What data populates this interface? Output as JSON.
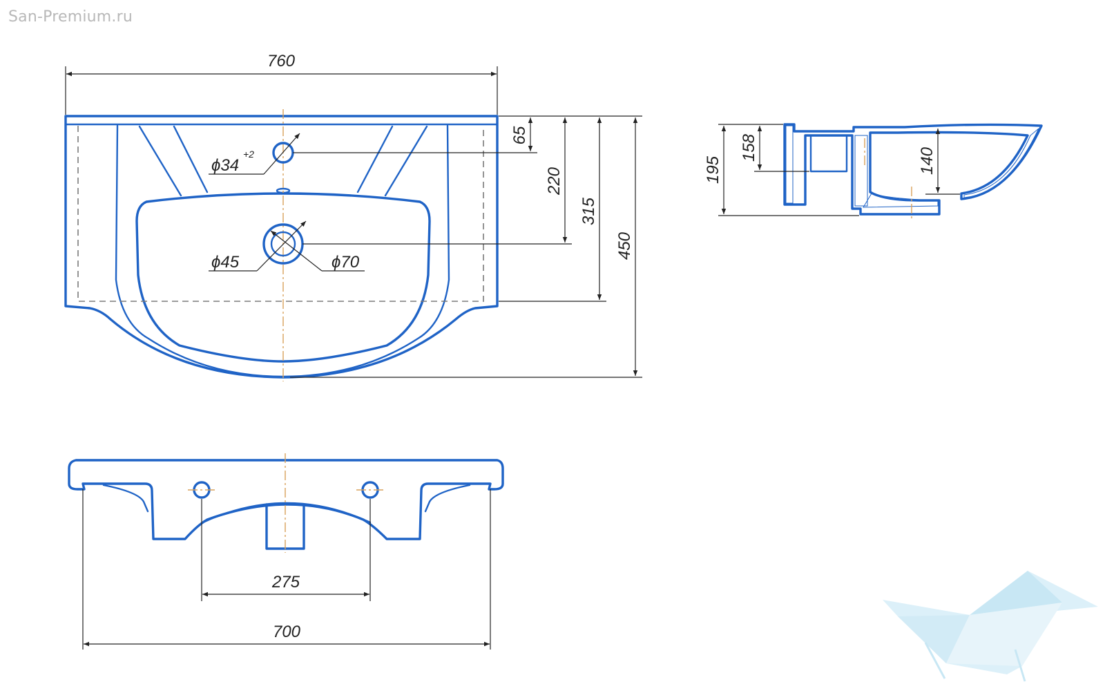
{
  "watermark": "San-Premium.ru",
  "colors": {
    "outline": "#1f63c6",
    "dimension": "#222222",
    "centerline": "#d9a15a",
    "hidden": "#7a7a7a",
    "logo": "#bfe3f3"
  },
  "top_view": {
    "width": "760",
    "tap_offset": "65",
    "drain_offset": "220",
    "rim_depth": "315",
    "total_depth": "450",
    "tap_hole_dia": "ϕ34",
    "tap_hole_tol": "+2",
    "drain_dia_inner": "ϕ45",
    "drain_dia_outer": "ϕ70"
  },
  "side_view": {
    "height": "195",
    "rim_height": "158",
    "bowl_depth": "140"
  },
  "bottom_view": {
    "mount_spacing": "275",
    "cabinet_width": "700"
  },
  "logo": {
    "icon": "bathtub-logo-icon"
  }
}
